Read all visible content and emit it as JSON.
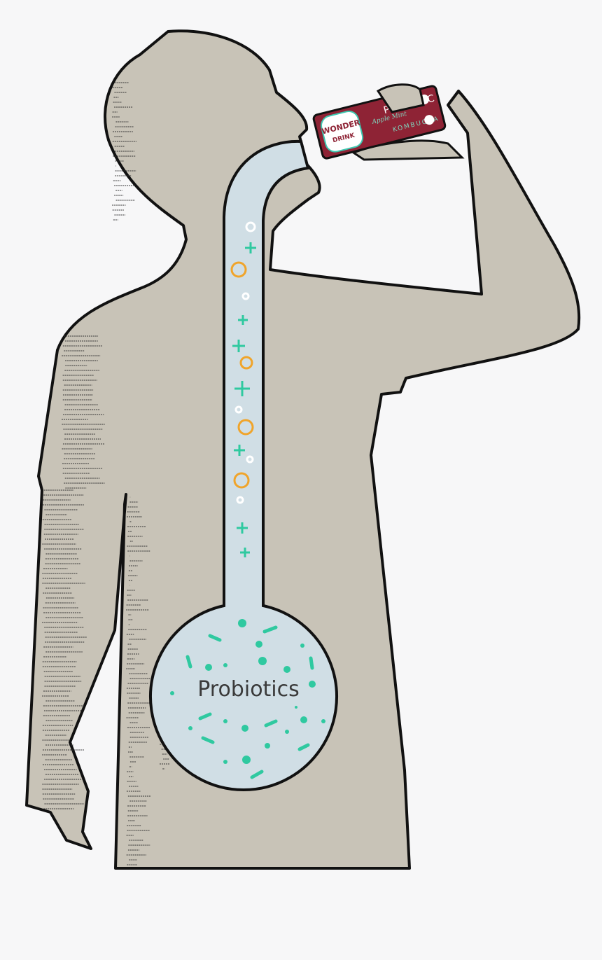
{
  "diagram": {
    "label": "Probiotics",
    "colors": {
      "background": "#f7f7f8",
      "body": "#c8c3b7",
      "outline": "#111111",
      "tube": "#d0dee5",
      "teal": "#2fc9a0",
      "orange": "#f0a42a",
      "white": "#ffffff",
      "can": "#8e2335"
    },
    "can": {
      "brand": "WONDER DRINK",
      "flavor": "Apple Mint",
      "product": "PREBIOTIC",
      "type": "KOMBUCHA"
    }
  }
}
